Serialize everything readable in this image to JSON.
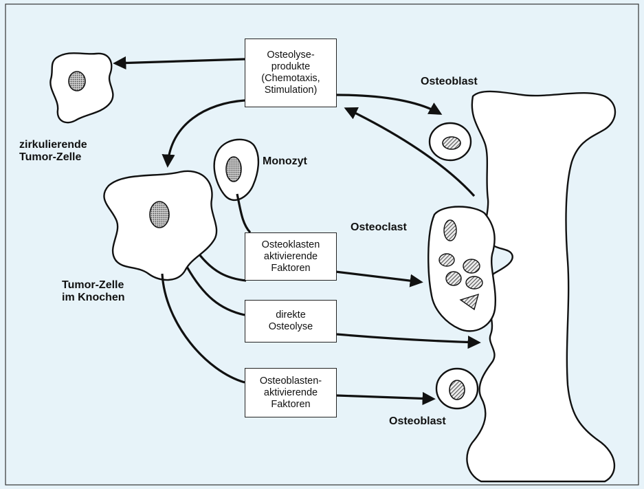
{
  "diagram": {
    "colors": {
      "background": "#e7f3f9",
      "ink": "#111111"
    },
    "boxes": {
      "osteolyse": [
        "Osteolyse-",
        "produkte",
        "(Chemotaxis,",
        "Stimulation)"
      ],
      "osteoklasten": [
        "Osteoklasten",
        "aktivierende",
        "Faktoren"
      ],
      "direkte": [
        "direkte",
        "Osteolyse"
      ],
      "osteoblasten": [
        "Osteoblasten-",
        "aktivierende",
        "Faktoren"
      ]
    },
    "labels": {
      "zirkulierend": [
        "zirkulierende",
        "Tumor-Zelle"
      ],
      "monozyt": "Monozyt",
      "tumor_knochen": [
        "Tumor-Zelle",
        "im Knochen"
      ],
      "osteoblast_top": "Osteoblast",
      "osteoclast": "Osteoclast",
      "osteoblast_bottom": "Osteoblast"
    }
  }
}
